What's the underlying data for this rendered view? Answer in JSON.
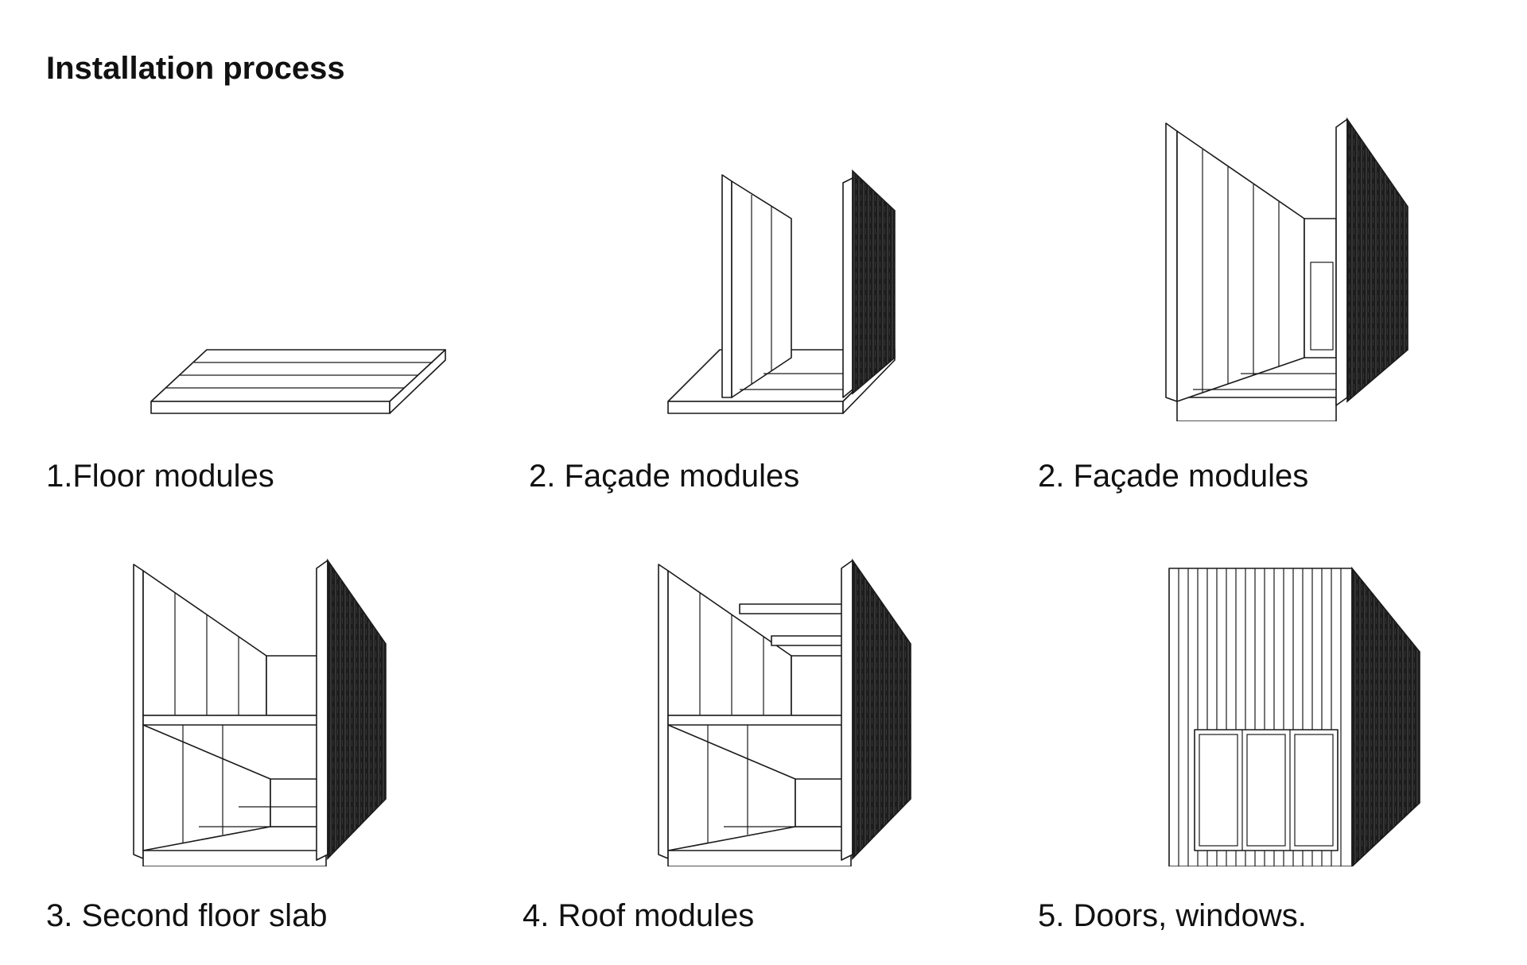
{
  "title": "Installation process",
  "steps": [
    {
      "caption": "1.Floor modules"
    },
    {
      "caption": "2. Façade modules"
    },
    {
      "caption": "2. Façade modules"
    },
    {
      "caption": "3. Second floor slab"
    },
    {
      "caption": "4. Roof modules"
    },
    {
      "caption": "5. Doors, windows."
    }
  ]
}
